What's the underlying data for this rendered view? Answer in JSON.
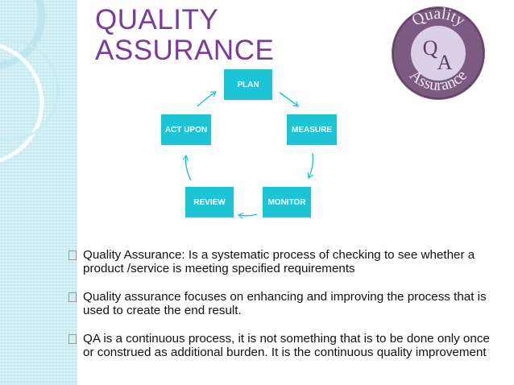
{
  "title": {
    "line1": "QUALITY",
    "line2": "ASSURANCE"
  },
  "logo": {
    "top_text": "Quality",
    "q": "Q",
    "a": "A",
    "bottom_text": "Assurance"
  },
  "cycle": {
    "plan": "PLAN",
    "measure": "MEASURE",
    "monitor": "MONITOR",
    "review": "REVIEW",
    "act_upon": "ACT UPON"
  },
  "bullets": [
    "Quality Assurance: Is a systematic process of checking to see whether a product /service is meeting specified requirements",
    "Quality assurance focuses on enhancing and improving the process that is used to create the end result.",
    "QA is a continuous process, it is not something that is to be done only once or construed as additional burden. It is the continuous quality improvement"
  ],
  "colors": {
    "title": "#7a3b9c",
    "cycle_box": "#1cc4d6",
    "logo_ring": "#7d5a82",
    "logo_center": "#d9d0e8",
    "side_band": "#d4f0f5"
  }
}
